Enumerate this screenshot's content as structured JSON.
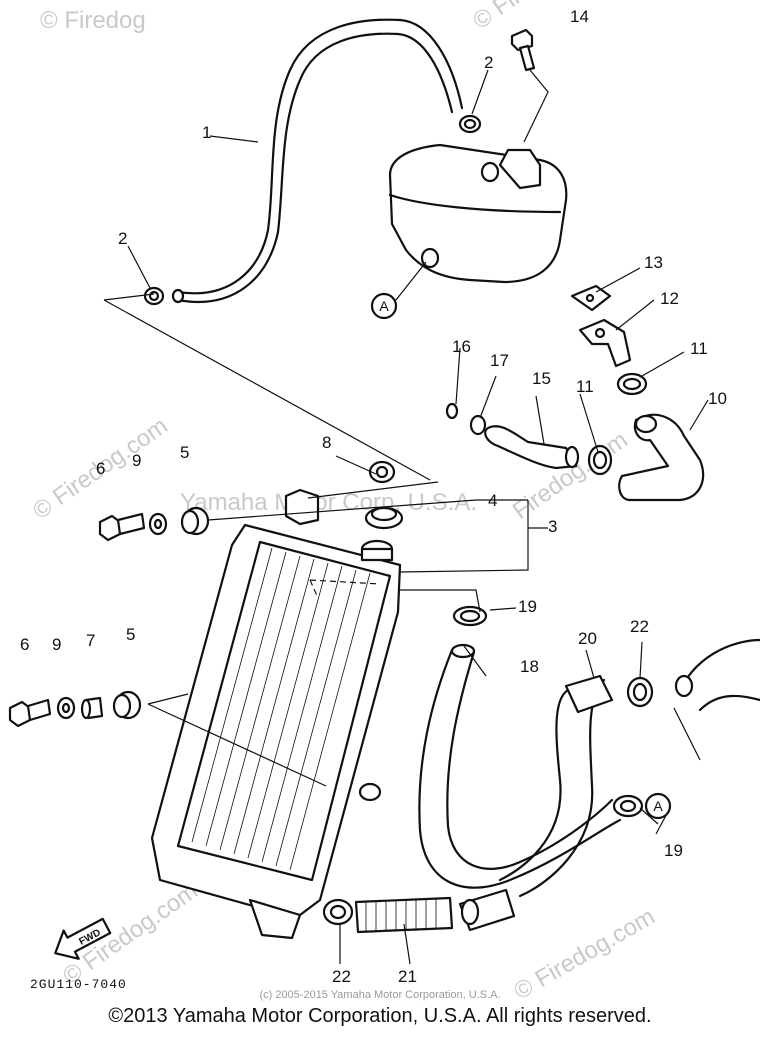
{
  "labels": {
    "p1": "1",
    "p2a": "2",
    "p2b": "2",
    "p3": "3",
    "p4": "4",
    "p5a": "5",
    "p5b": "5",
    "p6a": "6",
    "p6b": "6",
    "p7": "7",
    "p8": "8",
    "p9a": "9",
    "p9b": "9",
    "p10": "10",
    "p11a": "11",
    "p11b": "11",
    "p12": "12",
    "p13": "13",
    "p14": "14",
    "p15": "15",
    "p16": "16",
    "p17": "17",
    "p18": "18",
    "p19a": "19",
    "p19b": "19",
    "p20": "20",
    "p21": "21",
    "p22a": "22",
    "p22b": "22"
  },
  "callouts": {
    "a1": "A",
    "a2": "A"
  },
  "fwd_label": "FWD",
  "diagram_code": "2GU110-7040",
  "small_credit": "(c) 2005-2015 Yamaha Motor Corporation, U.S.A.",
  "watermarks": {
    "top_left": "© Firedog",
    "top_mid": "© Firedog.com",
    "mid_left": "© Firedog.com",
    "mid_right": "Firedog.com",
    "center": "Yamaha Motor Corp, U.S.A.",
    "bottom_left": "© Firedog.com",
    "bottom_right": "© Firedog.com"
  },
  "copyright": "©2013 Yamaha Motor Corporation, U.S.A. All rights reserved."
}
